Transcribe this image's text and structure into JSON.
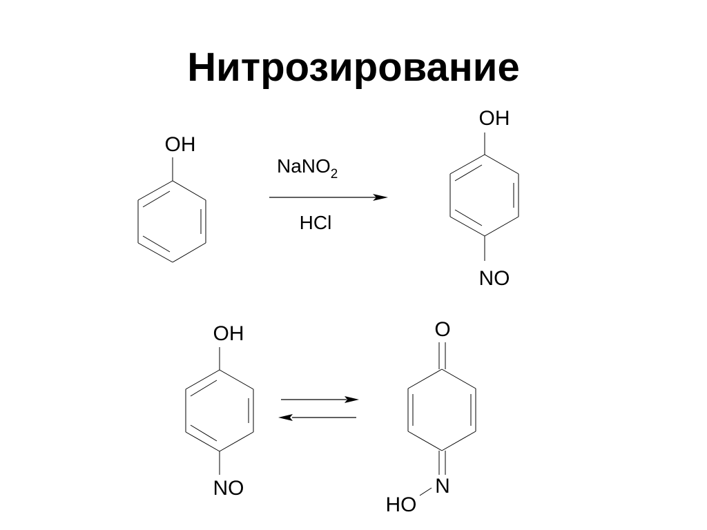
{
  "title": "Нитрозирование",
  "reaction": {
    "reactant": {
      "substituent_top": "OH"
    },
    "reagent_above": {
      "main": "NaNO",
      "subscript": "2"
    },
    "reagent_below": "HCl",
    "product": {
      "substituent_top": "OH",
      "substituent_bottom": "NO"
    }
  },
  "tautomerism": {
    "left": {
      "substituent_top": "OH",
      "substituent_bottom": "NO"
    },
    "right": {
      "carbonyl": "O",
      "imine_n": "N",
      "hydroxyl": "HO"
    }
  }
}
